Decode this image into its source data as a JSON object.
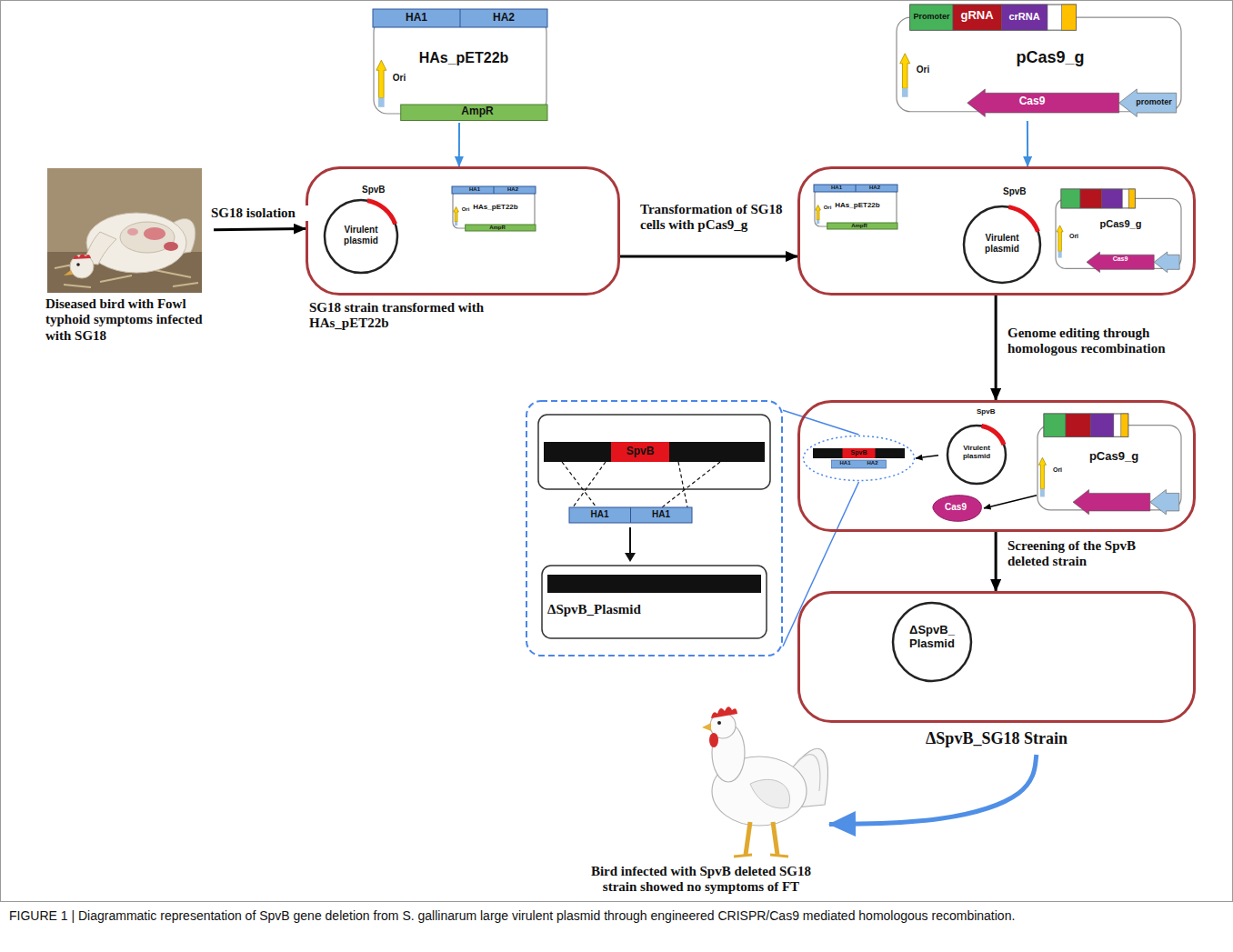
{
  "diagram": {
    "caption": "FIGURE 1 | Diagrammatic representation of SpvB gene deletion from S. gallinarum large virulent plasmid through engineered CRISPR/Cas9 mediated homologous recombination.",
    "nodes": [
      {
        "text": [
          "Diseased bird with Fowl typhoid symptoms infected with SG18"
        ]
      },
      {
        "text": [
          "HA1",
          "HA2",
          "HAs_pET22b",
          "AmpR",
          "Ori"
        ]
      },
      {
        "text": [
          "SG18 strain transformed with HAs_pET22b"
        ]
      },
      {
        "text": [
          "SpvB",
          "Virulent plasmid"
        ],
        "in": 2
      },
      {
        "text": [
          "HA1",
          "HA2",
          "HAs_pET22b",
          "AmpR",
          "Ori"
        ],
        "in": 2
      },
      {
        "text": [
          "Promoter",
          "gRNA",
          "crRNA",
          "Ori",
          "pCas9_g",
          "Cas9",
          "promoter"
        ]
      },
      {
        "text": []
      },
      {
        "text": [
          "HA1",
          "HA2",
          "HAs_pET22b",
          "AmpR",
          "Ori"
        ],
        "in": 6
      },
      {
        "text": [
          "SpvB",
          "Virulent plasmid"
        ],
        "in": 6
      },
      {
        "text": [
          "Ori",
          "pCas9_g",
          "Cas9"
        ],
        "in": 6
      },
      {
        "text": [
          "SpvB",
          "HA1",
          "HA1",
          "ΔSpvB_Plasmid"
        ]
      },
      {
        "text": []
      },
      {
        "text": [
          "SpvB",
          "HA1",
          "HA2"
        ],
        "in": 11
      },
      {
        "text": [
          "SpvB",
          "Virulent plasmid"
        ],
        "in": 11
      },
      {
        "text": [
          "Ori",
          "pCas9_g"
        ],
        "in": 11
      },
      {
        "text": [
          "Cas9"
        ],
        "in": 11
      },
      {
        "text": [
          "ΔSpvB_SG18 Strain"
        ]
      },
      {
        "text": [
          "ΔSpvB_ Plasmid"
        ],
        "in": 16
      },
      {
        "text": [
          "Bird infected with SpvB deleted SG18 strain showed no symptoms of FT"
        ]
      }
    ],
    "edges": [
      {
        "from": 0,
        "to": 2,
        "label": "SG18 isolation",
        "arrow": "to"
      },
      {
        "from": 1,
        "to": 2,
        "arrow": "to"
      },
      {
        "from": 2,
        "to": 6,
        "label": "Transformation of SG18 cells with pCas9_g",
        "arrow": "to"
      },
      {
        "from": 5,
        "to": 6,
        "arrow": "to"
      },
      {
        "from": 6,
        "to": 11,
        "label": "Genome editing through homologous recombination",
        "arrow": "to"
      },
      {
        "from": 10,
        "to": 12,
        "arrow": "none"
      },
      {
        "from": 13,
        "to": 12,
        "arrow": "to"
      },
      {
        "from": 14,
        "to": 15,
        "arrow": "to"
      },
      {
        "from": 11,
        "to": 16,
        "label": "Screening of the SpvB deleted strain",
        "arrow": "to"
      },
      {
        "from": 16,
        "to": 18,
        "arrow": "to"
      }
    ]
  }
}
